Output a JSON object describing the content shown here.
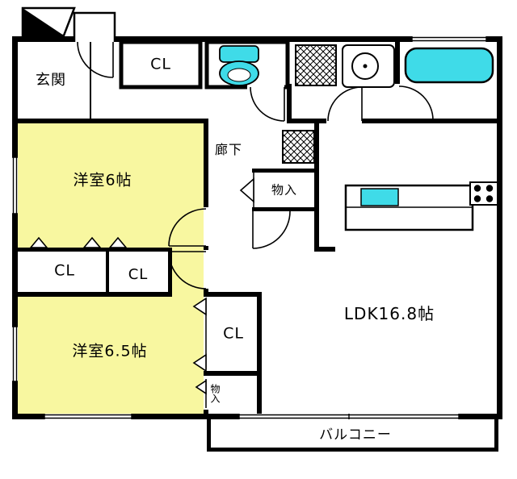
{
  "rooms": {
    "genkan": "玄関",
    "closet_top": "CL",
    "hallway": "廊下",
    "bedroom6": "洋室6帖",
    "storage_mid": "物入",
    "closet_left": "CL",
    "closet_left2": "CL",
    "bedroom65": "洋室6.5帖",
    "closet_center": "CL",
    "storage_bottom": "物入",
    "ldk": "LDK16.8帖",
    "balcony": "バルコニー"
  },
  "colors": {
    "room_fill": "#f8f7a0",
    "water_fill": "#3fdbe8",
    "wall": "#000000"
  }
}
